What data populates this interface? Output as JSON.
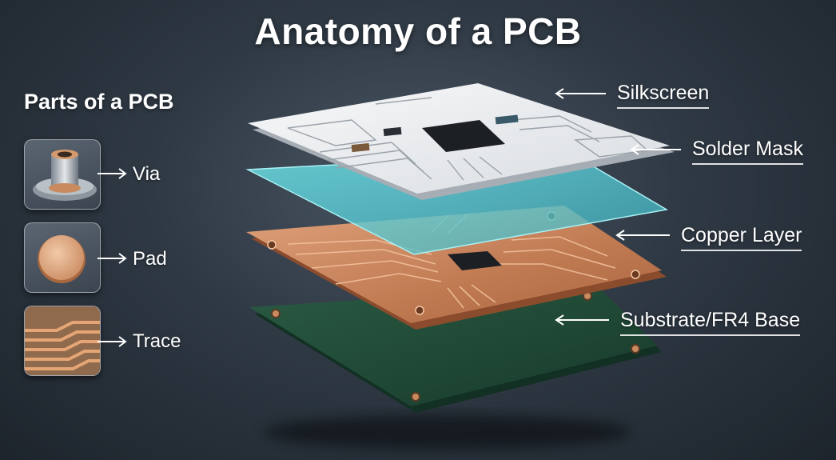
{
  "title": "Anatomy of a PCB",
  "parts": {
    "heading": "Parts of a PCB",
    "items": [
      {
        "label": "Via"
      },
      {
        "label": "Pad"
      },
      {
        "label": "Trace"
      }
    ]
  },
  "layers": [
    {
      "label": "Silkscreen"
    },
    {
      "label": "Solder Mask"
    },
    {
      "label": "Copper Layer"
    },
    {
      "label": "Substrate/FR4 Base"
    }
  ],
  "colors": {
    "silkscreen": "#eef0f2",
    "solder_mask": "#5fd4dc",
    "copper": "#c9825a",
    "substrate": "#1f4a36",
    "chip": "#1c1f24"
  }
}
